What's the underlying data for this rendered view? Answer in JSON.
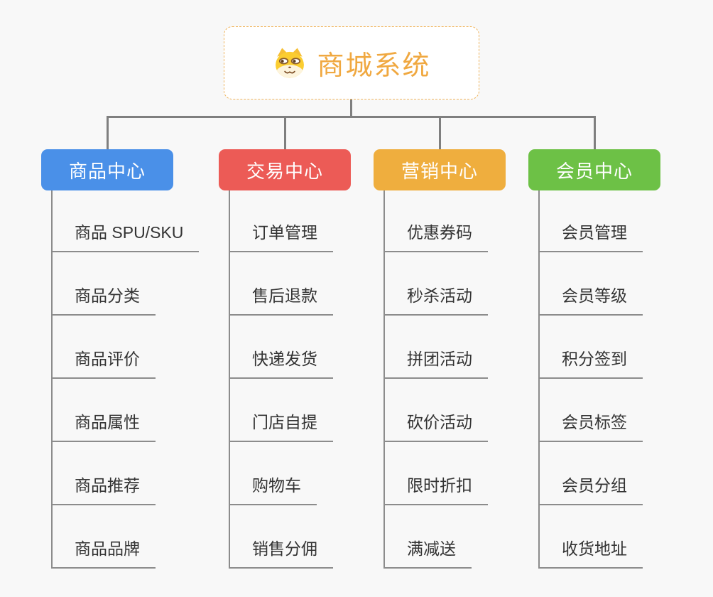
{
  "root": {
    "title": "商城系统",
    "icon": "shiba-dog-icon"
  },
  "branches": [
    {
      "label": "商品中心",
      "color": "#4A90E8",
      "items": [
        "商品 SPU/SKU",
        "商品分类",
        "商品评价",
        "商品属性",
        "商品推荐",
        "商品品牌"
      ]
    },
    {
      "label": "交易中心",
      "color": "#EC5B56",
      "items": [
        "订单管理",
        "售后退款",
        "快递发货",
        "门店自提",
        "购物车",
        "销售分佣"
      ]
    },
    {
      "label": "营销中心",
      "color": "#EFAE3E",
      "items": [
        "优惠券码",
        "秒杀活动",
        "拼团活动",
        "砍价活动",
        "限时折扣",
        "满减送"
      ]
    },
    {
      "label": "会员中心",
      "color": "#6DC146",
      "items": [
        "会员管理",
        "会员等级",
        "积分签到",
        "会员标签",
        "会员分组",
        "收货地址"
      ]
    }
  ],
  "colors": {
    "background": "#F8F8F8",
    "connector": "#7F7F7F",
    "leaf_line": "#8C8C8C",
    "leaf_text": "#333333",
    "root_border": "#F0B45C",
    "root_title": "#F0A840"
  }
}
